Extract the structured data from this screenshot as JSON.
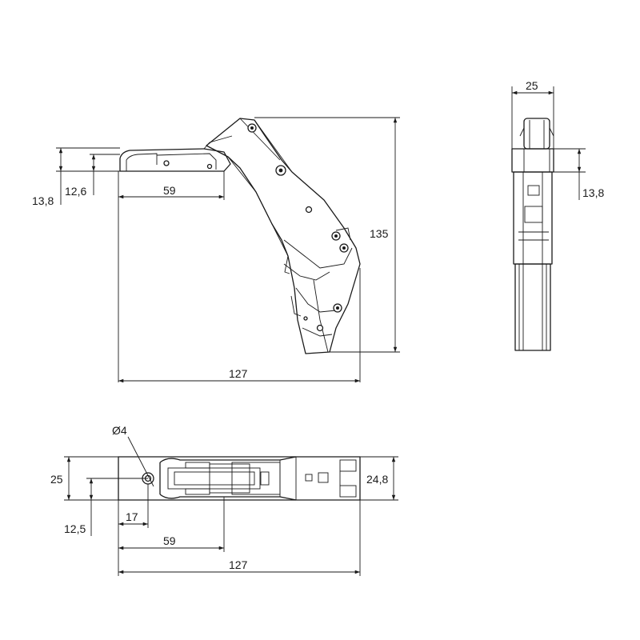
{
  "side_view": {
    "dim_height_outer": "13,8",
    "dim_height_inner": "12,6",
    "dim_cup_offset": "59",
    "dim_total_height": "135",
    "dim_total_length": "127"
  },
  "end_view": {
    "dim_width": "25",
    "dim_height": "13,8"
  },
  "top_view": {
    "dim_hole_diameter": "Ø4",
    "dim_width_outer": "25",
    "dim_width_right": "24,8",
    "dim_hole_offset_y": "12,5",
    "dim_hole_offset_x": "17",
    "dim_cup_offset": "59",
    "dim_total_length": "127"
  }
}
